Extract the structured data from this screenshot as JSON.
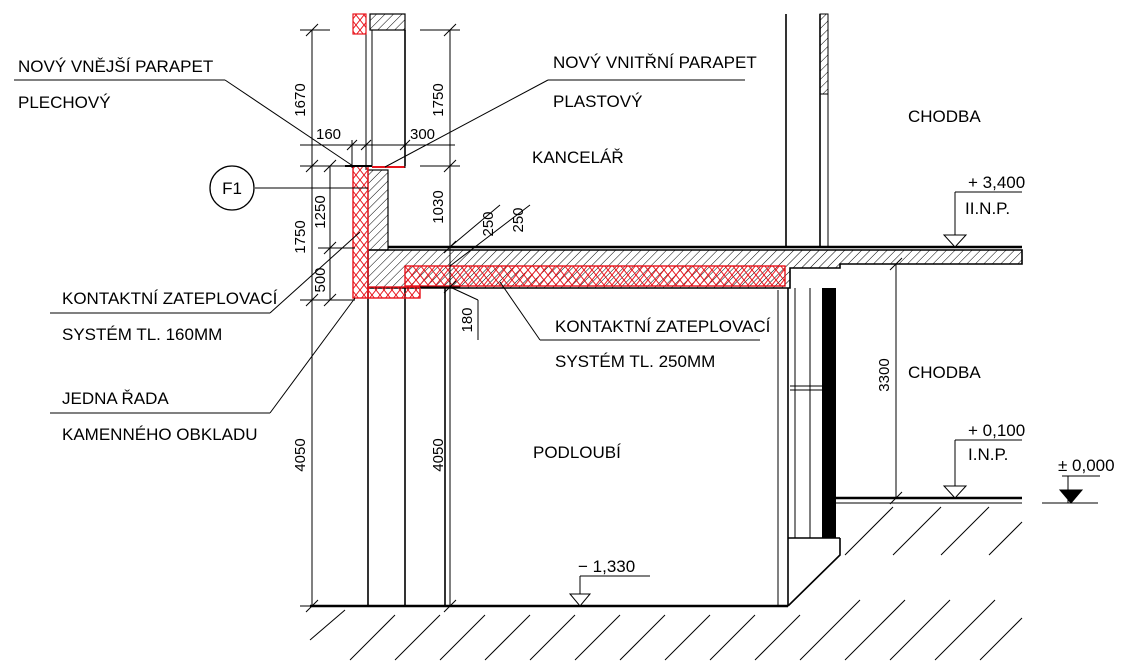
{
  "labels": {
    "outer_parapet_line1": "NOVÝ VNĚJŠÍ PARAPET",
    "outer_parapet_line2": "PLECHOVÝ",
    "inner_parapet_line1": "NOVÝ VNITŘNÍ PARAPET",
    "inner_parapet_line2": "PLASTOVÝ",
    "etics160_line1": "KONTAKTNÍ ZATEPLOVACÍ",
    "etics160_line2": "SYSTÉM TL. 160MM",
    "stone_line1": "JEDNA ŘADA",
    "stone_line2": "KAMENNÉHO OBKLADU",
    "etics250_line1": "KONTAKTNÍ ZATEPLOVACÍ",
    "etics250_line2": "SYSTÉM TL. 250MM",
    "window_tag": "F1",
    "room_office": "KANCELÁŘ",
    "room_corridor_upper": "CHODBA",
    "room_corridor_lower": "CHODBA",
    "room_arcade": "PODLOUBÍ"
  },
  "levels": {
    "upper_value": "+ 3,400",
    "upper_name": "II.N.P.",
    "lower_value": "+ 0,100",
    "lower_name": "I.N.P.",
    "datum": "± 0,000",
    "arcade_floor": "− 1,330"
  },
  "dimensions": {
    "d1670": "1670",
    "d1750_top": "1750",
    "d160": "160",
    "d300": "300",
    "d1250": "1250",
    "d1750_left": "1750",
    "d500": "500",
    "d1030": "1030",
    "d250_a": "250",
    "d250_b": "250",
    "d180": "180",
    "d3300": "3300",
    "d4050_left": "4050",
    "d4050_right": "4050"
  },
  "colors": {
    "insulation": "#e8141c",
    "lines": "#000000"
  }
}
